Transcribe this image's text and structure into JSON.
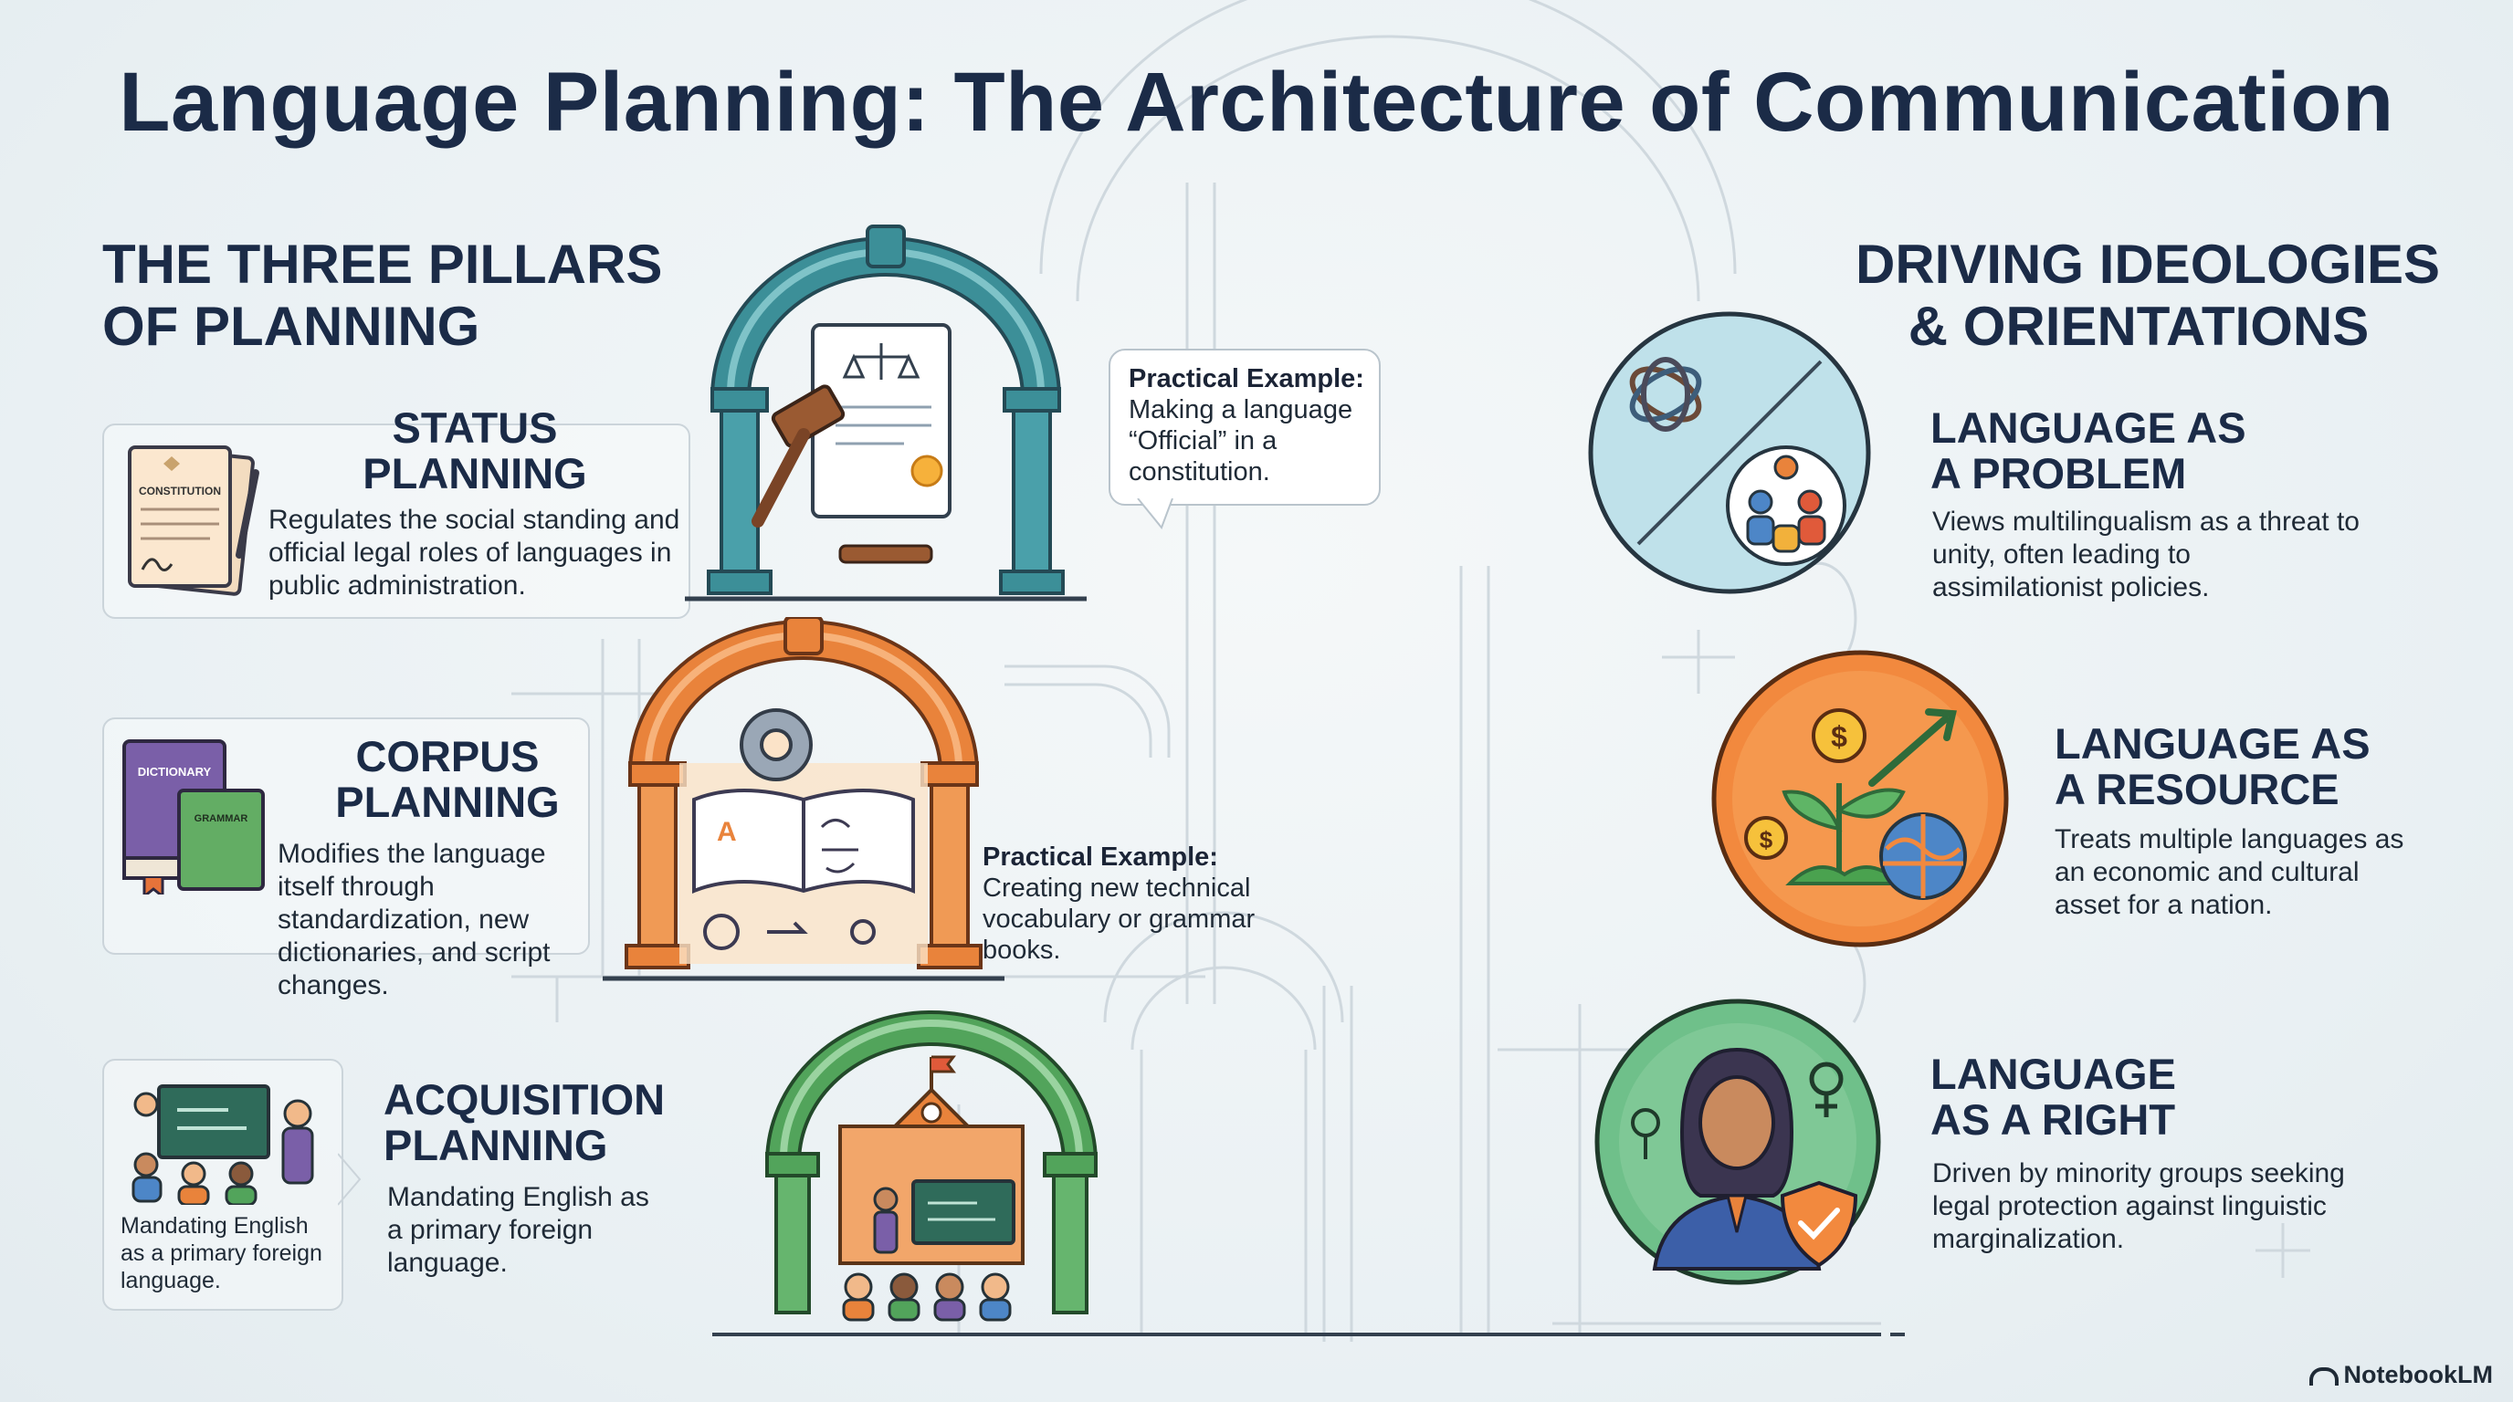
{
  "title": "Language Planning: The Architecture of Communication",
  "left_section": {
    "heading_line1": "THE THREE PILLARS",
    "heading_line2": "OF PLANNING"
  },
  "right_section": {
    "heading_line1": "DRIVING IDEOLOGIES",
    "heading_line2": "& ORIENTATIONS"
  },
  "pillars": [
    {
      "title_line1": "STATUS",
      "title_line2": "PLANNING",
      "description": "Regulates the social standing and official legal roles of languages in public administration.",
      "icon_label": "CONSTITUTION",
      "example_title": "Practical Example:",
      "example_text": "Making a language “Official” in a constitution."
    },
    {
      "title_line1": "CORPUS",
      "title_line2": "PLANNING",
      "description": "Modifies the language itself through standardization, new dictionaries, and script changes.",
      "icon_label": "DICTIONARY",
      "icon_label2": "GRAMMAR",
      "example_title": "Practical Example:",
      "example_text": "Creating new technical vocabulary or grammar books."
    },
    {
      "title_line1": "ACQUISITION",
      "title_line2": "PLANNING",
      "description": "Mandating English as a primary foreign language.",
      "card_note": "Mandating English as a primary foreign language."
    }
  ],
  "ideologies": [
    {
      "title_line1": "LANGUAGE AS",
      "title_line2": "A PROBLEM",
      "description": "Views multilingualism as a threat to unity, often leading to assimilationist policies."
    },
    {
      "title_line1": "LANGUAGE AS",
      "title_line2": "A RESOURCE",
      "description": "Treats multiple languages as an economic and cultural asset for a nation."
    },
    {
      "title_line1": "LANGUAGE",
      "title_line2": "AS A RIGHT",
      "description": "Driven by minority groups seeking legal protection against linguistic marginalization."
    }
  ],
  "watermark": "NotebookLM",
  "colors": {
    "title": "#1b2b47",
    "status_arch": "#3c8f98",
    "corpus_arch": "#e9833b",
    "acquisition_arch": "#52a45b",
    "problem_circle": "#bfe1ea",
    "resource_circle": "#f2893e",
    "right_circle": "#6fc08a"
  }
}
